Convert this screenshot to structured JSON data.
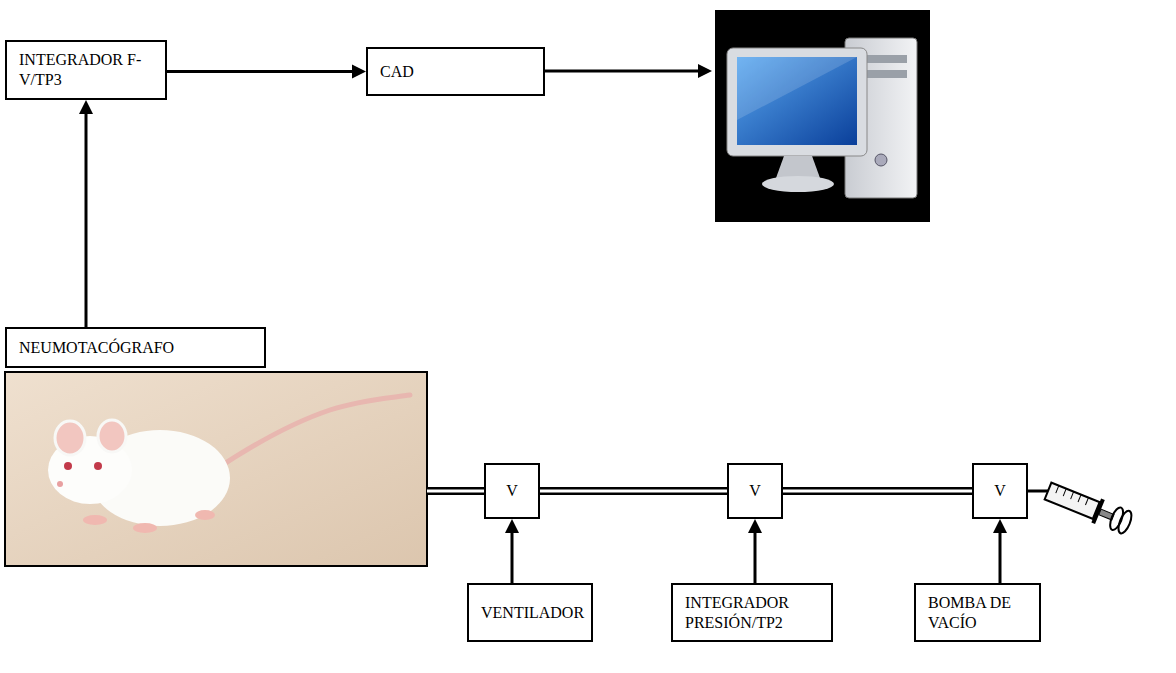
{
  "diagram": {
    "nodes": [
      {
        "text": [
          "INTEGRADOR F-V/TP3"
        ]
      },
      {
        "text": [
          "CAD"
        ]
      },
      {
        "text": [
          "NEUMOTACÓGRAFO"
        ]
      },
      {
        "text": [
          "V"
        ]
      },
      {
        "text": [
          "V"
        ]
      },
      {
        "text": [
          "V"
        ]
      },
      {
        "text": [
          "VENTILADOR"
        ]
      },
      {
        "text": [
          "INTEGRADOR PRESIÓN/TP2"
        ]
      },
      {
        "text": [
          "BOMBA DE VACÍO"
        ]
      }
    ],
    "edges": [
      {
        "from": 2,
        "to": 0,
        "arrow": "to"
      },
      {
        "from": 0,
        "to": 1,
        "arrow": "to"
      },
      {
        "from": 3,
        "to": 4,
        "arrow": "none"
      },
      {
        "from": 4,
        "to": 5,
        "arrow": "none"
      },
      {
        "from": 6,
        "to": 3,
        "arrow": "to"
      },
      {
        "from": 7,
        "to": 4,
        "arrow": "to"
      },
      {
        "from": 8,
        "to": 5,
        "arrow": "to"
      }
    ]
  }
}
